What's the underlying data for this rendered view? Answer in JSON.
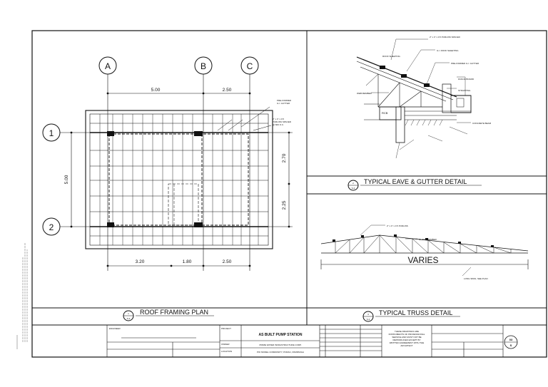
{
  "plan": {
    "grid_cols": [
      "A",
      "B",
      "C"
    ],
    "grid_rows": [
      "1",
      "2"
    ],
    "dims_top": [
      "5.00",
      "2.50"
    ],
    "dims_bottom": [
      "3.20",
      "1.80",
      "2.50"
    ],
    "dim_left": "5.00",
    "dims_right": [
      "2.70",
      "2.25"
    ],
    "note_lines": [
      "PRE-FORMED",
      "G.I. GUTTER",
      "2\" x 4\" x 0.5",
      "PURLINS SPACED",
      "@ 600 O.C."
    ],
    "title": "ROOF FRAMING PLAN",
    "bubble_num": "1",
    "bubble_sheet": "S-3"
  },
  "eave": {
    "title": "TYPICAL EAVE & GUTTER DETAIL",
    "bubble_num": "2",
    "bubble_sheet": "S-3",
    "labels_left": [
      "ROOF SHEETING",
      "WEB MEMBER",
      "RCB"
    ],
    "labels_right": [
      "2\" x 4\" x 0.5 PURLINS SPACED",
      "G.I. ROOF SHEETING",
      "PRE-FORMED G.I. GUTTER",
      "FASCIA BOARD",
      "STRAPPING",
      "CONCRETE BEAM"
    ]
  },
  "truss": {
    "title": "TYPICAL TRUSS DETAIL",
    "bubble_num": "3",
    "bubble_sheet": "S-3",
    "span_label": "VARIES",
    "note_top": "2\" x 4\" x 0.5 PURLINS",
    "note_mid": "GI WEB MEMBER",
    "note_bottom": "LONG SPAN, SEE PLAN"
  },
  "title_block": {
    "project": "AS BUILT PUMP STATION",
    "owner": "PRIME WATER INFRASTRUCTURE CORP.",
    "location": "PIO MODEL COMMUNITY, PORAC, PAMPANGA",
    "label_engineer": "ENGINEER",
    "label_project": "PROJECT",
    "label_owner": "OWNER",
    "label_location": "LOCATION",
    "disclaimer": [
      "THESE DRAWINGS ARE",
      "INSTRUMENTS OF PROFESSIONAL",
      "SERVICE AND MUST NOT BE",
      "REPRODUCED EXCEPT BY",
      "WRITTEN AGREEMENT WITH THE",
      "ARCHITECT"
    ],
    "sheet_num": "03",
    "sheet_id": "S"
  }
}
